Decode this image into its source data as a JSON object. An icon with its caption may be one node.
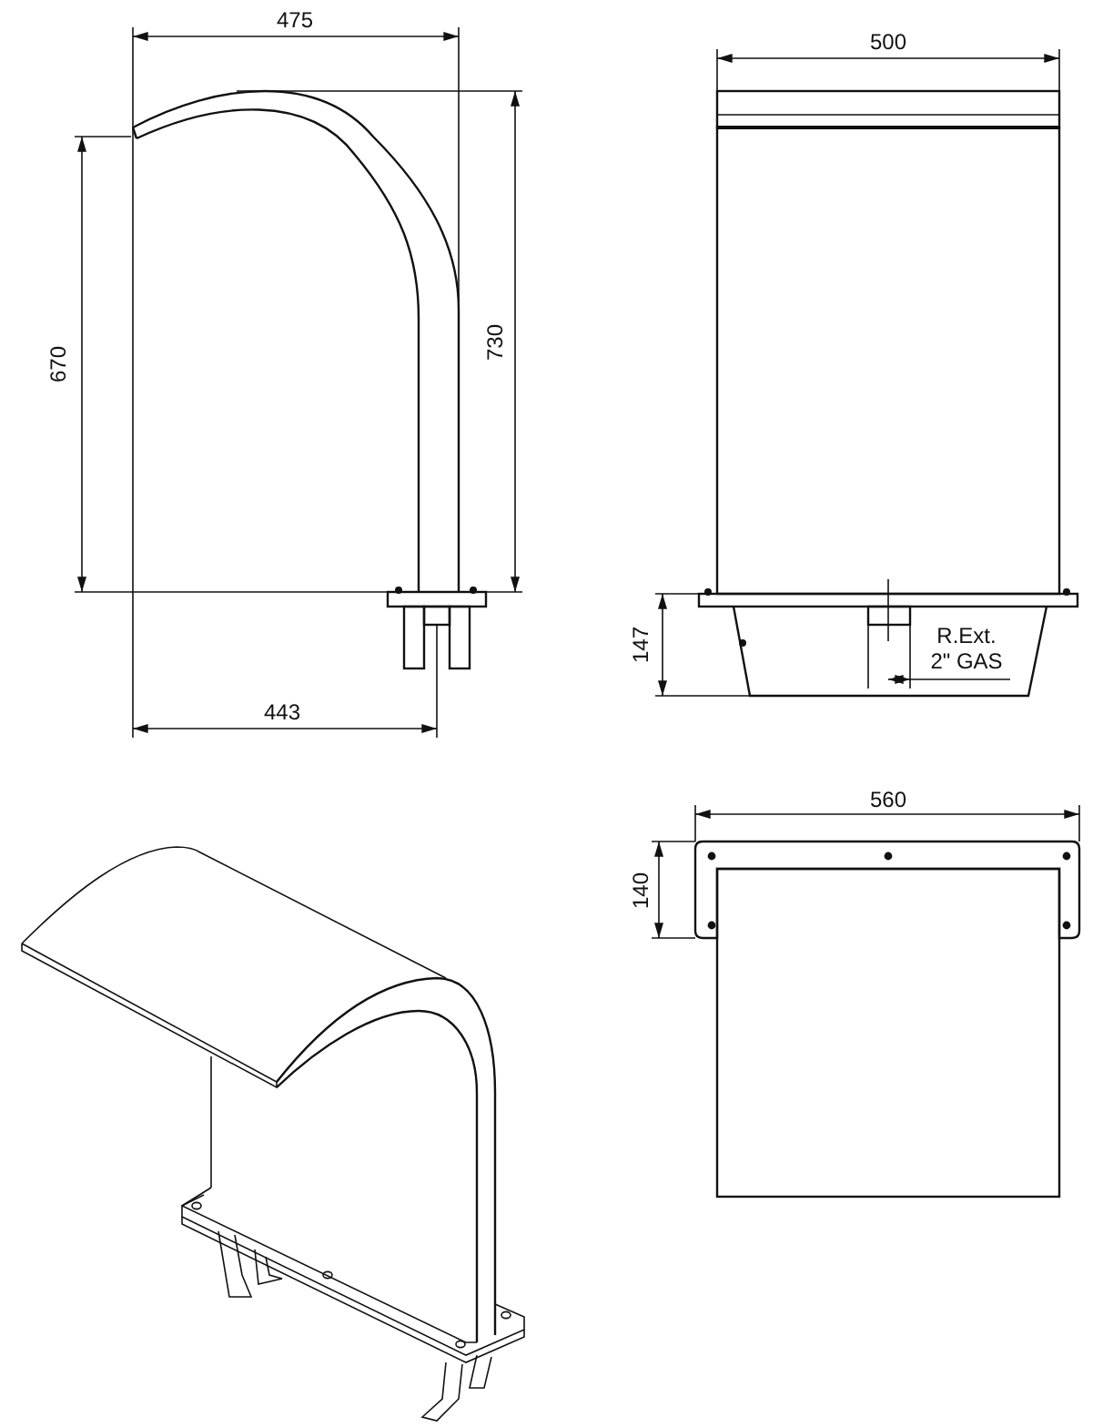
{
  "diagram": {
    "labels": [
      "475",
      "670",
      "730",
      "443",
      "500",
      "147",
      "R.Ext. 2\" GAS",
      "560",
      "140"
    ]
  }
}
